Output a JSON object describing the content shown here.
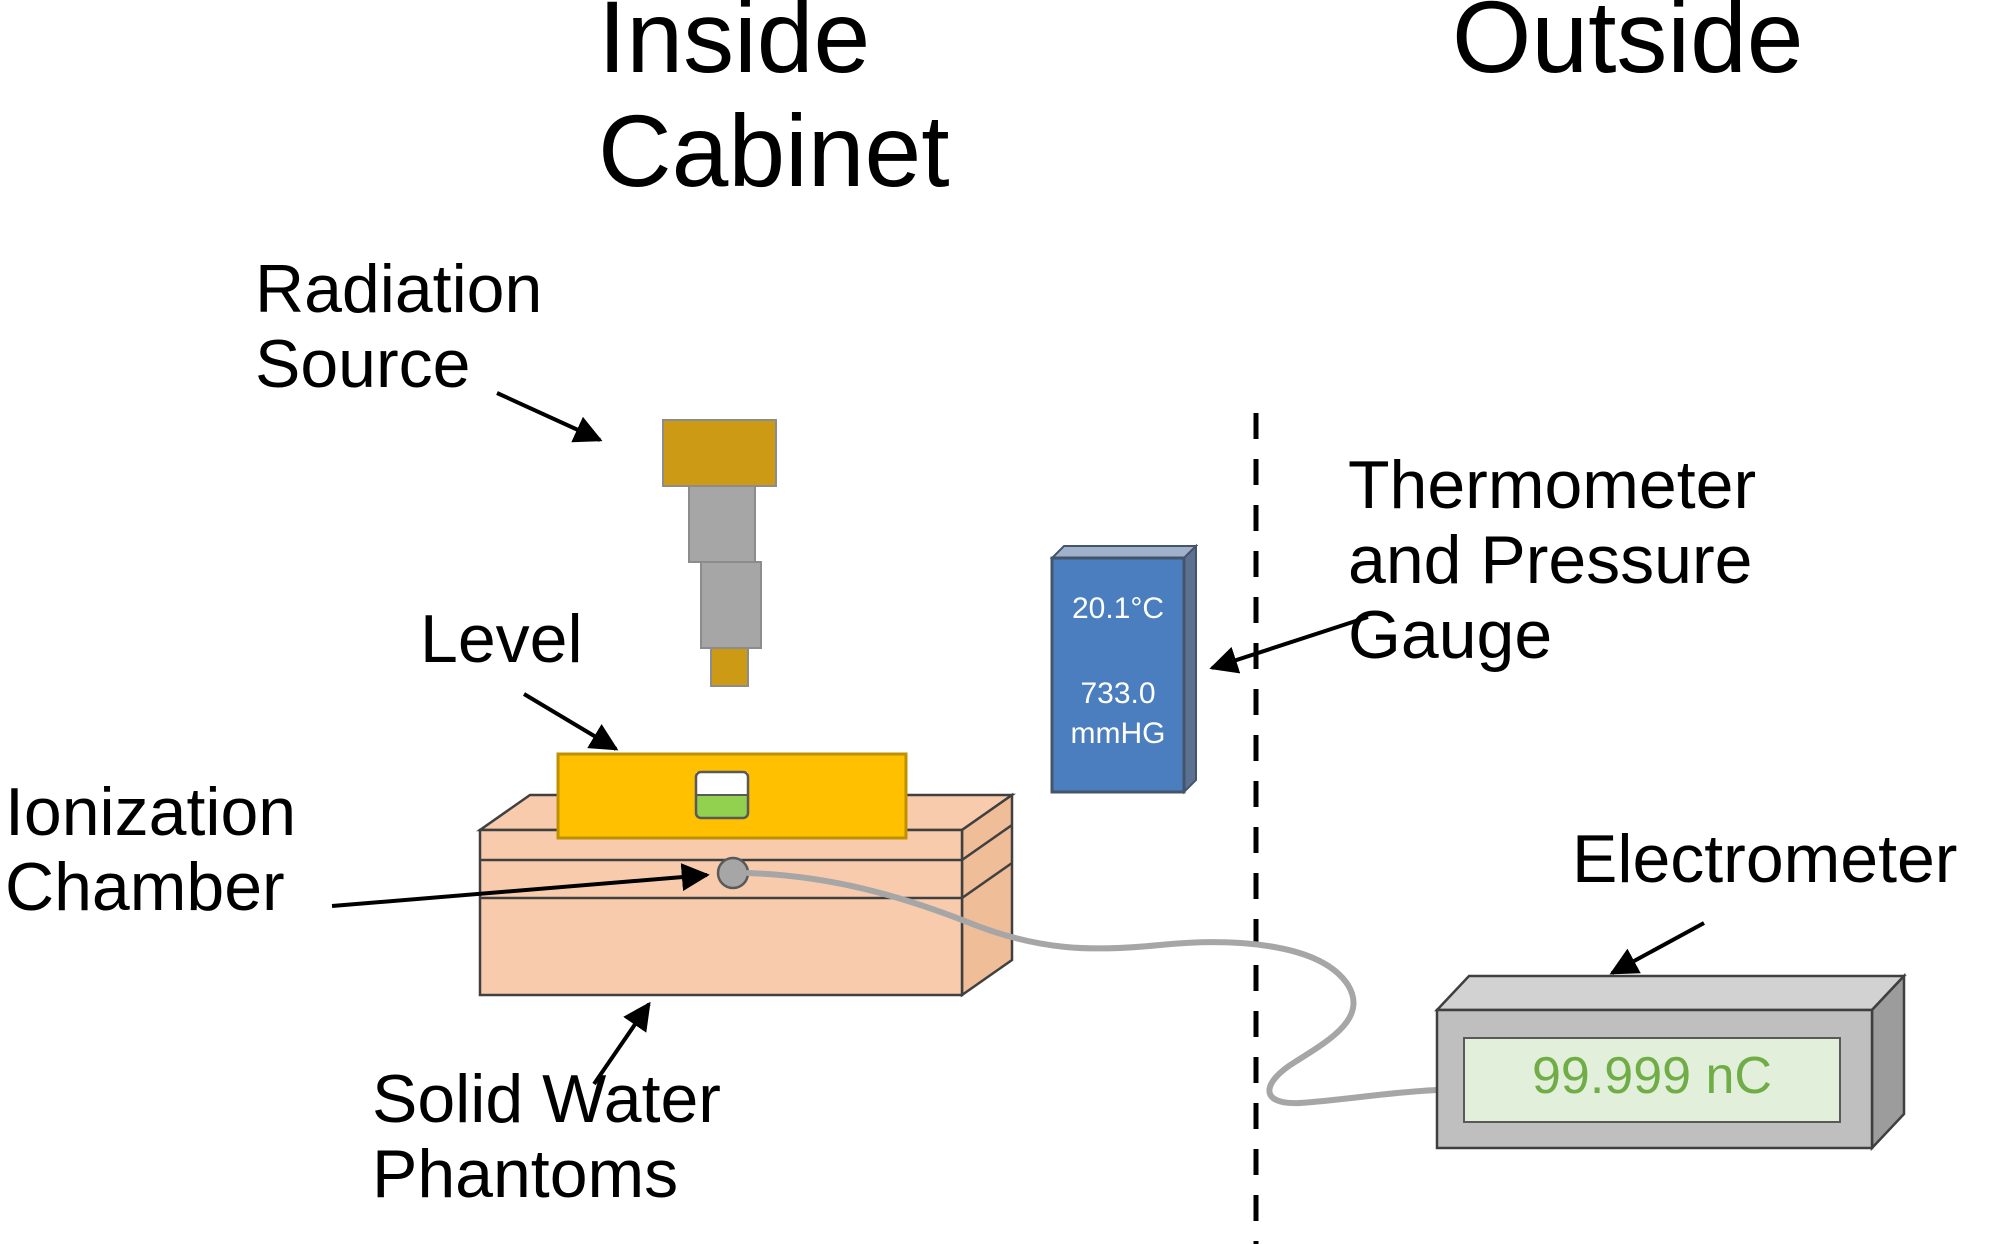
{
  "diagram": {
    "titles": {
      "inside_cabinet_line1": "Inside",
      "inside_cabinet_line2": "Cabinet",
      "outside": "Outside"
    },
    "labels": {
      "radiation_source_line1": "Radiation",
      "radiation_source_line2": "Source",
      "level": "Level",
      "ionization_chamber_line1": "Ionization",
      "ionization_chamber_line2": "Chamber",
      "solid_water_line1": "Solid Water",
      "solid_water_line2": "Phantoms",
      "thermo_line1": "Thermometer",
      "thermo_line2": "and Pressure",
      "thermo_line3": "Gauge",
      "electrometer": "Electrometer"
    },
    "readouts": {
      "temperature": "20.1°C",
      "pressure_value": "733.0",
      "pressure_unit": "mmHG",
      "charge": "99.999 nC"
    },
    "colors": {
      "source_gold": "#CC9A14",
      "source_gray": "#A6A6A6",
      "level_yellow": "#FFC000",
      "level_border": "#BF9000",
      "vial_green": "#92D050",
      "phantom_peach": "#F8CBAD",
      "phantom_side": "#EFBD97",
      "gauge_blue": "#4A7EBE",
      "gauge_top": "#9FB1CB",
      "gauge_side": "#5C7192",
      "gauge_outline": "#44546A",
      "electrometer_gray": "#BFBFBF",
      "electrometer_top": "#D2D2D2",
      "electrometer_side": "#9C9C9C",
      "display_green_bg": "#E2EFDA",
      "display_green_text": "#70AD47",
      "cable_gray": "#A6A6A6",
      "ink": "#000000"
    }
  }
}
